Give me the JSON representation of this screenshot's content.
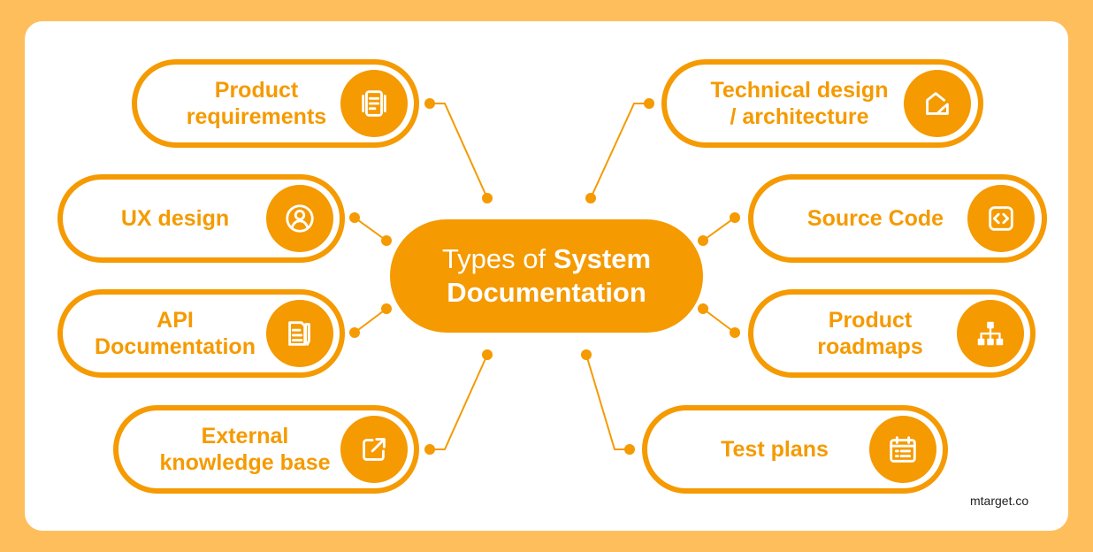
{
  "center": {
    "prefix": "Types of",
    "bold1": "System",
    "bold2": "Documentation"
  },
  "nodes": {
    "product_requirements": {
      "label": "Product\nrequirements",
      "icon": "document-icon"
    },
    "ux_design": {
      "label": "UX design",
      "icon": "user-icon"
    },
    "api_documentation": {
      "label": "API\nDocumentation",
      "icon": "file-pen-icon"
    },
    "external_knowledge_base": {
      "label": "External\nknowledge base",
      "icon": "external-link-icon"
    },
    "technical_design": {
      "label": "Technical design\n/ architecture",
      "icon": "architecture-icon"
    },
    "source_code": {
      "label": "Source Code",
      "icon": "code-icon"
    },
    "product_roadmaps": {
      "label": "Product\nroadmaps",
      "icon": "hierarchy-icon"
    },
    "test_plans": {
      "label": "Test plans",
      "icon": "calendar-list-icon"
    }
  },
  "watermark": "mtarget.co",
  "colors": {
    "accent": "#F59A00",
    "background": "#FFBE5C",
    "card": "#FFFFFF"
  }
}
